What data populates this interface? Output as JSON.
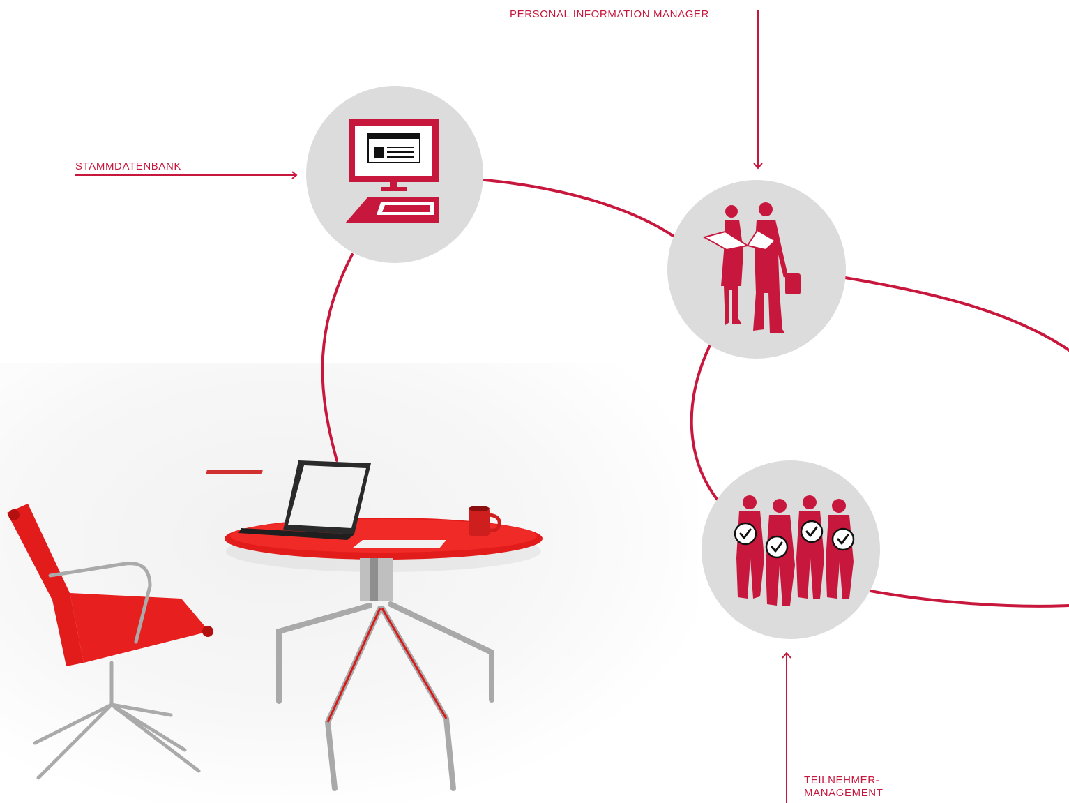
{
  "labels": {
    "stammdatenbank": "STAMMDATENBANK",
    "pim": "PERSONAL INFORMATION MANAGER",
    "teilnehmer_line1": "TEILNEHMER-",
    "teilnehmer_line2": "MANAGEMENT"
  },
  "nodes": [
    {
      "id": "stammdatenbank",
      "icon": "computer-monitor-icon"
    },
    {
      "id": "personal-information-manager",
      "icon": "business-couple-icon"
    },
    {
      "id": "teilnehmer-management",
      "icon": "group-checkmarks-icon"
    }
  ],
  "colors": {
    "accent": "#c8173d",
    "node_circle": "#dcdcdc",
    "furniture_red": "#e21b1b"
  }
}
